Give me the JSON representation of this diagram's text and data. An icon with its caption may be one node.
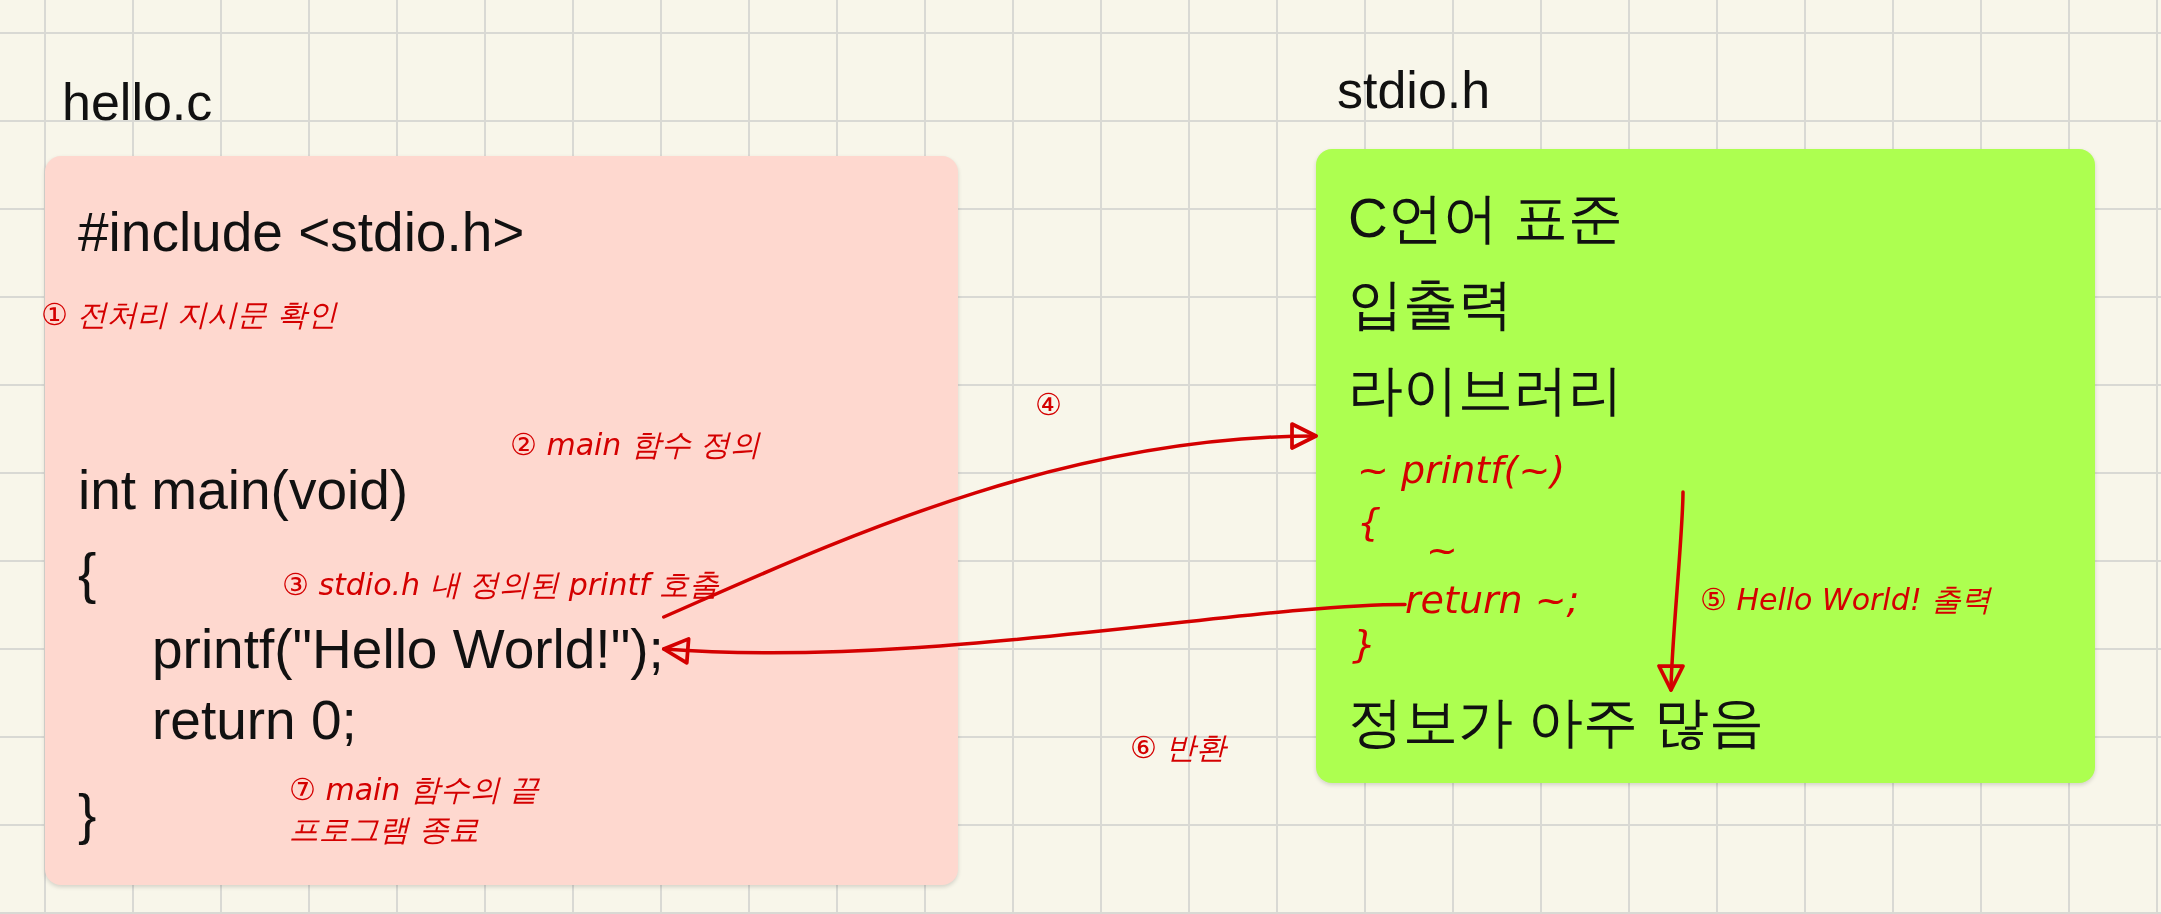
{
  "diagram": {
    "nodes": [
      {
        "text": [
          "hello.c"
        ]
      },
      {
        "text": [
          "#include <stdio.h>"
        ],
        "in": 0
      },
      {
        "text": [
          "int main(void)"
        ],
        "in": 0
      },
      {
        "text": [
          "{"
        ],
        "in": 0
      },
      {
        "text": [
          "printf(\"Hello World!\");"
        ],
        "in": 0
      },
      {
        "text": [
          "return 0;"
        ],
        "in": 0
      },
      {
        "text": [
          "}"
        ],
        "in": 0
      },
      {
        "text": [
          "stdio.h",
          "C언어 표준 입출력 라이브러리"
        ]
      },
      {
        "text": [
          "~ printf(~)"
        ],
        "in": 7
      },
      {
        "text": [
          "{"
        ],
        "in": 7
      },
      {
        "text": [
          "~"
        ],
        "in": 7
      },
      {
        "text": [
          "return ~;"
        ],
        "in": 7
      },
      {
        "text": [
          "}"
        ],
        "in": 7
      },
      {
        "text": [
          "정보가 아주 많음"
        ],
        "in": 7
      }
    ],
    "edges": [
      {
        "from": 4,
        "to": 7,
        "arrow": "to",
        "label": "④"
      },
      {
        "from": null,
        "to": 13,
        "arrow": "to",
        "label": "⑤ Hello World! 출력"
      },
      {
        "from": 11,
        "to": 4,
        "arrow": "to",
        "label": "⑥ 반환"
      }
    ],
    "labels": [
      "① 전처리 지시문 확인",
      "② main 함수 정의",
      "③ stdio.h 내 정의된 printf 호출",
      "⑦ main 함수의 끝 프로그램 종료"
    ]
  }
}
